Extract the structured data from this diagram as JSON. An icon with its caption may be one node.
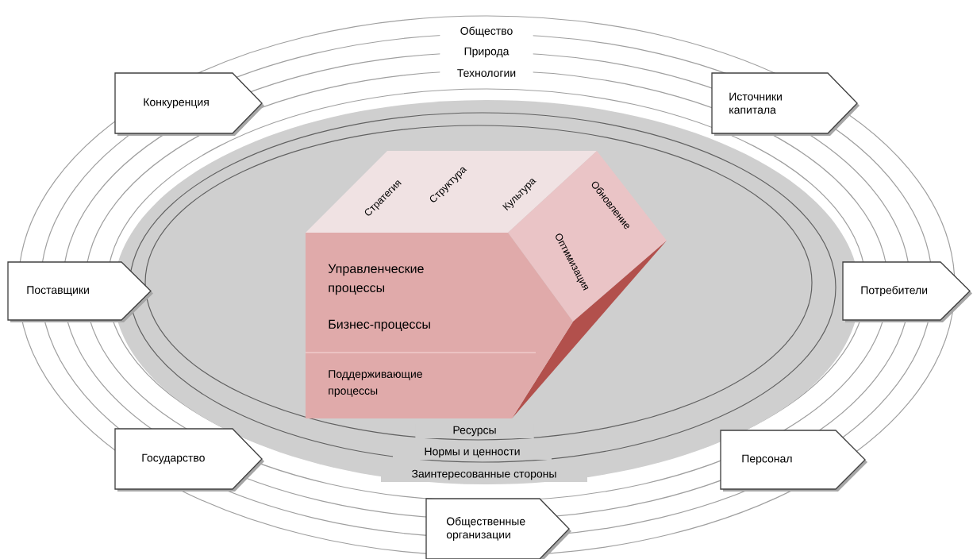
{
  "diagram": {
    "nodes": [
      {
        "text": [
          "Конкуренция"
        ]
      },
      {
        "text": [
          "Источники капитала"
        ]
      },
      {
        "text": [
          "Стратегия",
          "Структура",
          "Культура"
        ]
      },
      {
        "text": [
          "Обновление",
          "Оптимизация"
        ]
      },
      {
        "text": [
          "Поставщики"
        ]
      },
      {
        "text": [
          "Управленческие процессы",
          "Бизнес-процессы",
          "Поддерживающие процессы"
        ]
      },
      {
        "text": [
          "Потребители"
        ]
      },
      {
        "text": [
          "Государство"
        ]
      },
      {
        "text": [
          "Персонал"
        ]
      },
      {
        "text": [
          "Общественные организации"
        ]
      }
    ],
    "labels": [
      "Общество",
      "Природа",
      "Технологии",
      "Ресурсы",
      "Нормы и ценности",
      "Заинтересованные стороны"
    ]
  }
}
